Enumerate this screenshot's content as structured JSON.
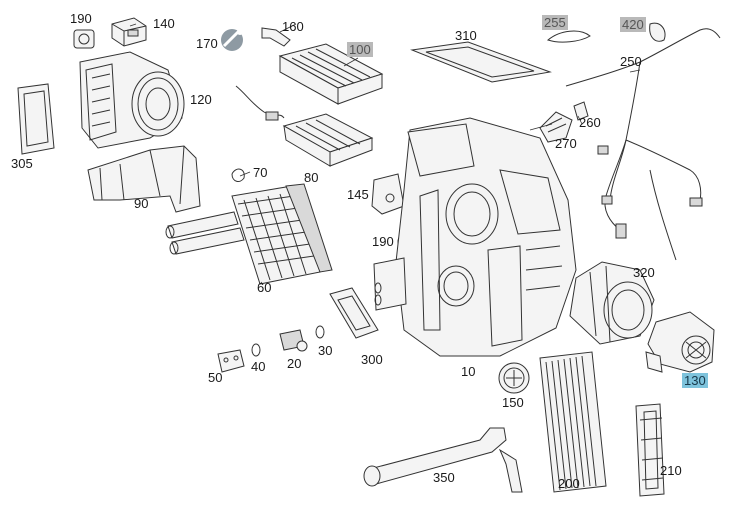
{
  "diagram": {
    "callouts": [
      {
        "id": "190a",
        "text": "190",
        "style": "normal"
      },
      {
        "id": "140",
        "text": "140",
        "style": "normal"
      },
      {
        "id": "170",
        "text": "170",
        "style": "normal"
      },
      {
        "id": "160",
        "text": "160",
        "style": "normal"
      },
      {
        "id": "100",
        "text": "100",
        "style": "grey"
      },
      {
        "id": "310",
        "text": "310",
        "style": "normal"
      },
      {
        "id": "255",
        "text": "255",
        "style": "grey"
      },
      {
        "id": "420",
        "text": "420",
        "style": "grey"
      },
      {
        "id": "250",
        "text": "250",
        "style": "normal"
      },
      {
        "id": "120",
        "text": "120",
        "style": "normal"
      },
      {
        "id": "305",
        "text": "305",
        "style": "normal"
      },
      {
        "id": "260",
        "text": "260",
        "style": "normal"
      },
      {
        "id": "270",
        "text": "270",
        "style": "normal"
      },
      {
        "id": "70",
        "text": "70",
        "style": "normal"
      },
      {
        "id": "80",
        "text": "80",
        "style": "normal"
      },
      {
        "id": "90",
        "text": "90",
        "style": "normal"
      },
      {
        "id": "145",
        "text": "145",
        "style": "normal"
      },
      {
        "id": "190b",
        "text": "190",
        "style": "normal"
      },
      {
        "id": "60",
        "text": "60",
        "style": "normal"
      },
      {
        "id": "320",
        "text": "320",
        "style": "normal"
      },
      {
        "id": "300",
        "text": "300",
        "style": "normal"
      },
      {
        "id": "30",
        "text": "30",
        "style": "normal"
      },
      {
        "id": "20",
        "text": "20",
        "style": "normal"
      },
      {
        "id": "40",
        "text": "40",
        "style": "normal"
      },
      {
        "id": "50",
        "text": "50",
        "style": "normal"
      },
      {
        "id": "10",
        "text": "10",
        "style": "normal"
      },
      {
        "id": "150",
        "text": "150",
        "style": "normal"
      },
      {
        "id": "130",
        "text": "130",
        "style": "selected"
      },
      {
        "id": "350",
        "text": "350",
        "style": "normal"
      },
      {
        "id": "200",
        "text": "200",
        "style": "normal"
      },
      {
        "id": "210",
        "text": "210",
        "style": "normal"
      }
    ],
    "colors": {
      "selected_highlight": "#7ec3dc",
      "unavailable_highlight": "#b9b9b9",
      "line": "#333333"
    }
  }
}
